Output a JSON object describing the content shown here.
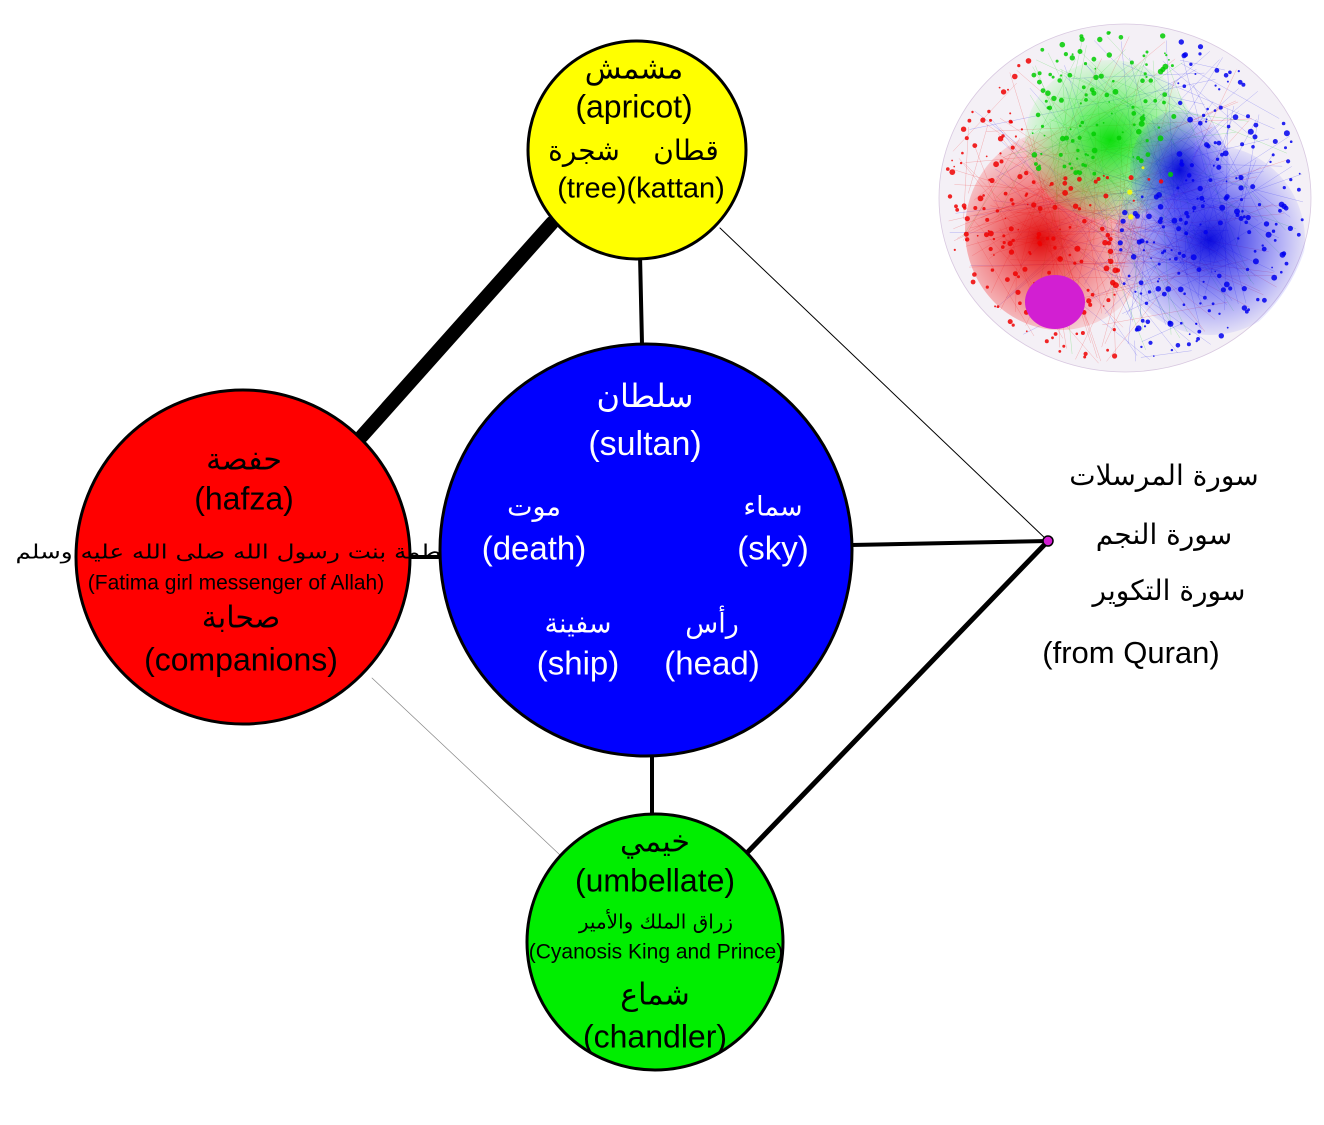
{
  "colors": {
    "yellow": "#ffff00",
    "red": "#ff0000",
    "blue": "#0000ff",
    "green": "#00ee00",
    "magenta": "#d21fd2",
    "edge": "#000000",
    "node_outline": "#000000"
  },
  "nodes": {
    "yellow": {
      "ar1": "مشمش",
      "en1": "(apricot)",
      "ar_left": "شجرة",
      "ar_right": "قطان",
      "en2": "(tree)(kattan)"
    },
    "blue": {
      "ar_title": "سلطان",
      "en_title": "(sultan)",
      "ar_death": "موت",
      "en_death": "(death)",
      "ar_sky": "سماء",
      "en_sky": "(sky)",
      "ar_ship": "سفينة",
      "en_ship": "(ship)",
      "ar_head": "رأس",
      "en_head": "(head)"
    },
    "red": {
      "ar1": "حفصة",
      "en1": "(hafza)",
      "ar_long": "فاطمة بنت رسول الله صلى الله عليه وسلم",
      "en_long": "(Fatima girl messenger of Allah)",
      "ar2": "صحابة",
      "en2": "(companions)"
    },
    "green": {
      "ar1": "خيمي",
      "en1": "(umbellate)",
      "ar_long": "زراق الملك والأمير",
      "en_long": "(Cyanosis King and Prince)",
      "ar2": "شماع",
      "en2": "(chandler)"
    },
    "quran": {
      "ar1": "سورة المرسلات",
      "ar2": "سورة النجم",
      "ar3": "سورة التكوير",
      "en": "(from Quran)"
    }
  }
}
